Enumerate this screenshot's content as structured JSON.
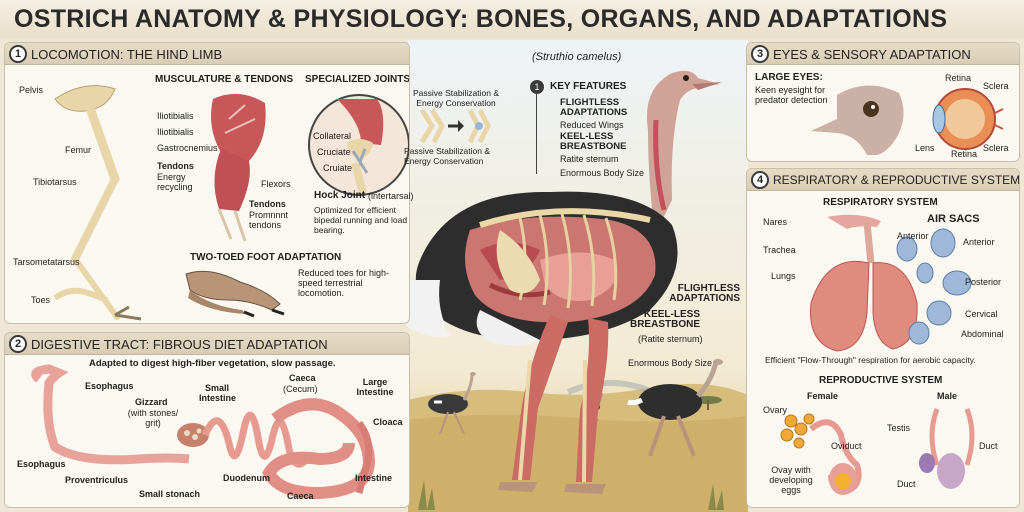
{
  "title": "OSTRICH ANATOMY & PHYSIOLOGY: BONES, ORGANS, AND ADAPTATIONS",
  "species": "(Struthio camelus)",
  "panel1": {
    "num": "1",
    "title": "LOCOMOTION: THE HIND LIMB",
    "bones": [
      "Pelvis",
      "Femur",
      "Tibiotarsus",
      "Tarsometatarsus",
      "Toes"
    ],
    "muscle_head": "MUSCULATURE & TENDONS",
    "muscles": [
      "Iliotibialis",
      "Iliotibialis",
      "Gastrocnemius"
    ],
    "tendons_label": "Tendons",
    "tendons_sub": "Energy recycling",
    "flexors": "Flexors",
    "tendons2": "Tendons",
    "tendons2_sub": "Promnnnt tendons",
    "joints_head": "SPECIALIZED JOINTS & LIGAMENTS",
    "joint_labels": [
      "Collateral",
      "Cruciate",
      "Cruiate"
    ],
    "passive1": "Passive Stabilization & Energy Conservation",
    "passive2": "Passive Stabilization & Energy Conservation",
    "hock_title": "Hock Joint",
    "hock_sub": "(intertarsal)",
    "hock_desc": "Optimized for efficient bipedal running and load bearing.",
    "foot_head": "TWO-TOED FOOT ADAPTATION",
    "foot_desc": "Reduced toes for high-speed terrestrial locomotion."
  },
  "panel2": {
    "num": "2",
    "title": "DIGESTIVE TRACT: FIBROUS DIET ADAPTATION",
    "subtitle": "Adapted to digest high-fiber vegetation, slow passage.",
    "labels": {
      "esophagus_top": "Esophagus",
      "gizzard": "Gizzard",
      "gizzard_sub": "(with stones/ grit)",
      "small_int": "Small Intestine",
      "caeca": "Caeca",
      "caeca_sub": "(Cecum)",
      "large_int": "Large Intestine",
      "cloaca": "Cloaca",
      "esophagus_left": "Esophagus",
      "proventriculus": "Proventriculus",
      "small_stomach": "Small stonach",
      "duodenum": "Duodenum",
      "caeca_bottom": "Caeca",
      "intestine": "Intestine"
    }
  },
  "key": {
    "num": "1",
    "head": "KEY FEATURES",
    "f1": "FLIGHTLESS ADAPTATIONS",
    "f1_sub": "Reduced Wings",
    "f2": "KEEL-LESS BREASTBONE",
    "f2_sub": "Ratite sternum",
    "f3": "Enormous Body Size"
  },
  "center_labels": {
    "flightless": "FLIGHTLESS ADAPTATIONS",
    "keel": "KEEL-LESS BREASTBONE",
    "ratite": "(Ratite sternum)",
    "body": "Enormous Body Size"
  },
  "panel3": {
    "num": "3",
    "title": "EYES & SENSORY ADAPTATION",
    "large_eyes": "LARGE EYES:",
    "eyes_desc": "Keen eyesight for predator detection",
    "labels": [
      "Retina",
      "Sclera",
      "Lens",
      "Retina",
      "Sclera"
    ]
  },
  "panel4": {
    "num": "4",
    "title": "RESPIRATORY & REPRODUCTIVE SYSTEMS",
    "resp_head": "RESPIRATORY SYSTEM",
    "air_sacs": "AIR SACS",
    "resp_labels": {
      "nares": "Nares",
      "trachea": "Trachea",
      "lungs": "Lungs",
      "anterior1": "Anterior",
      "anterior2": "Anterior",
      "posterior": "Posterior",
      "cervical": "Cervical",
      "abdominal": "Abdominal"
    },
    "flow_note": "Efficient \"Flow-Through\" respiration for aerobic capacity.",
    "repro_head": "REPRODUCTIVE SYSTEM",
    "female": "Female",
    "male": "Male",
    "repro_labels": {
      "ovary": "Ovary",
      "oviduct": "Oviduct",
      "ovay": "Ovay with developing eggs",
      "testis": "Testis",
      "duct1": "Duct",
      "duct2": "Duct"
    }
  },
  "colors": {
    "background": "#efe7d6",
    "panel": "#fbf8f1",
    "header": "#d8cdb4",
    "muscle": "#c8575a",
    "bone": "#e8d6a8",
    "organ": "#e2908a",
    "air_sac": "#9fb8d8"
  }
}
